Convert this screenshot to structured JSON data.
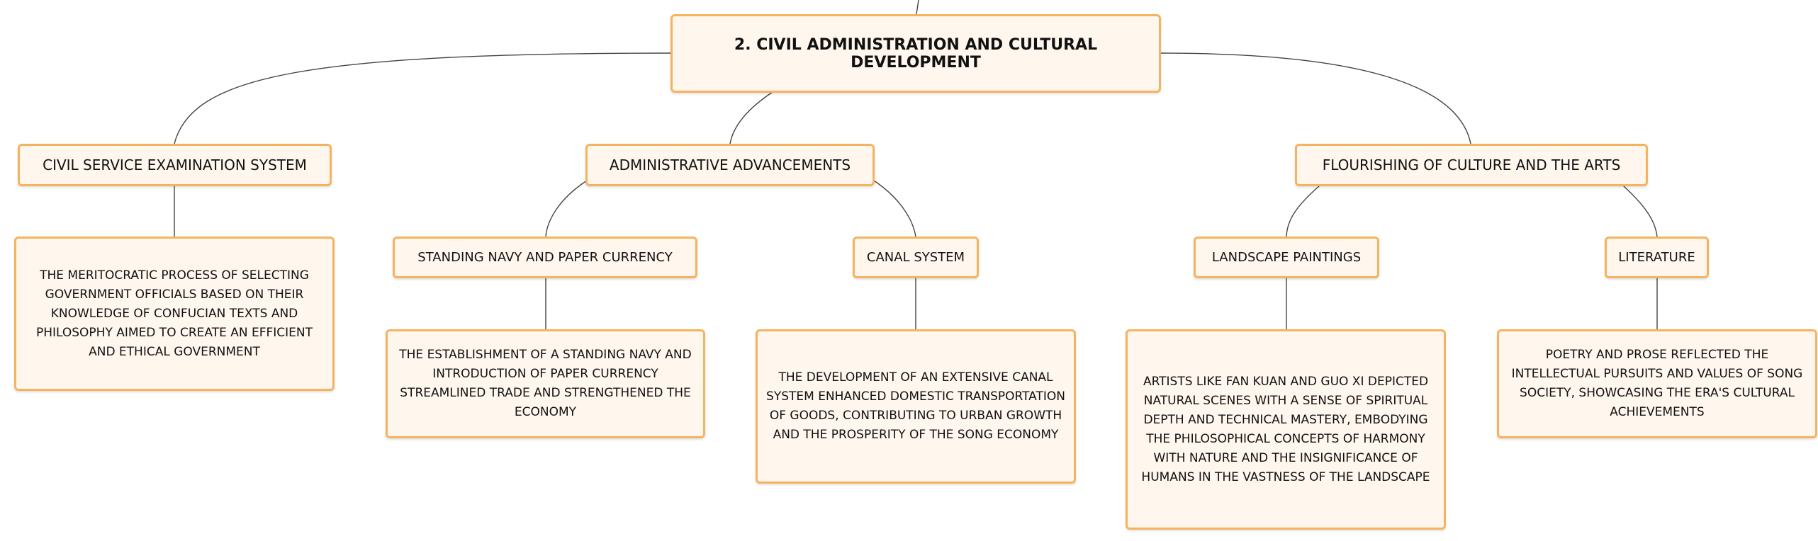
{
  "root": {
    "title": "2. CIVIL ADMINISTRATION AND CULTURAL DEVELOPMENT"
  },
  "branches": [
    {
      "label": "CIVIL SERVICE EXAMINATION SYSTEM",
      "description": "THE MERITOCRATIC PROCESS OF SELECTING GOVERNMENT OFFICIALS BASED ON THEIR KNOWLEDGE OF CONFUCIAN TEXTS AND PHILOSOPHY AIMED TO CREATE AN EFFICIENT AND ETHICAL GOVERNMENT"
    },
    {
      "label": "ADMINISTRATIVE ADVANCEMENTS",
      "children": [
        {
          "label": "STANDING NAVY AND PAPER CURRENCY",
          "description": "THE ESTABLISHMENT OF A STANDING NAVY AND INTRODUCTION OF PAPER CURRENCY STREAMLINED TRADE AND STRENGTHENED THE ECONOMY"
        },
        {
          "label": "CANAL SYSTEM",
          "description": "THE DEVELOPMENT OF AN EXTENSIVE CANAL SYSTEM ENHANCED DOMESTIC TRANSPORTATION OF GOODS, CONTRIBUTING TO URBAN GROWTH AND THE PROSPERITY OF THE SONG ECONOMY"
        }
      ]
    },
    {
      "label": "FLOURISHING OF CULTURE AND THE ARTS",
      "children": [
        {
          "label": "LANDSCAPE PAINTINGS",
          "description": "ARTISTS LIKE FAN KUAN AND GUO XI DEPICTED NATURAL SCENES WITH A SENSE OF SPIRITUAL DEPTH AND TECHNICAL MASTERY, EMBODYING THE PHILOSOPHICAL CONCEPTS OF HARMONY WITH NATURE AND THE INSIGNIFICANCE OF HUMANS IN THE VASTNESS OF THE LANDSCAPE"
        },
        {
          "label": "LITERATURE",
          "description": "POETRY AND PROSE REFLECTED THE INTELLECTUAL PURSUITS AND VALUES OF SONG SOCIETY, SHOWCASING THE ERA'S CULTURAL ACHIEVEMENTS"
        }
      ]
    }
  ],
  "colors": {
    "border": "#f6b35f",
    "fill": "#fff6ee",
    "connector": "#444444",
    "text": "#111111"
  }
}
